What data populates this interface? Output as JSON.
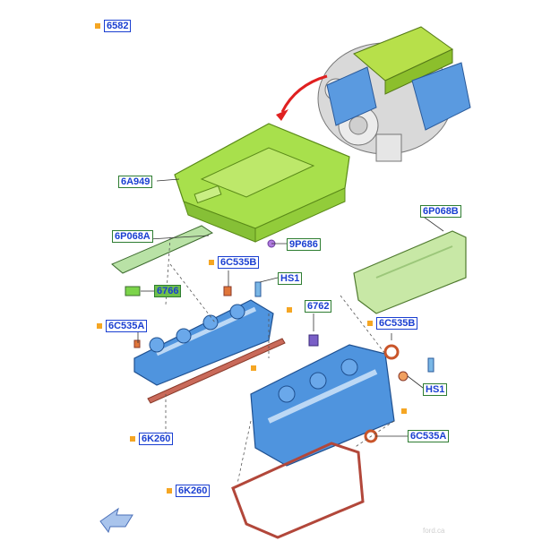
{
  "callouts": {
    "c1": "6582",
    "c2": "6A949",
    "c3": "9P686",
    "c4": "6P068A",
    "c5": "6P068B",
    "c6": "6C535B",
    "c7": "HS1",
    "c8": "6766",
    "c9": "6762",
    "c10": "6C535A",
    "c11": "6C535B",
    "c12": "HS1",
    "c13": "6K260",
    "c14": "6C535A",
    "c15": "6K260"
  },
  "watermark": "ford.ca",
  "colors": {
    "green_part": "#9bd84a",
    "blue_part": "#5b9be0",
    "gasket": "#c0504d",
    "callout_text": "#1a3fd1",
    "bullet": "#f5a623",
    "arrow": "#e02020"
  },
  "icons": {
    "nav_arrow": "direction-arrow-icon"
  }
}
